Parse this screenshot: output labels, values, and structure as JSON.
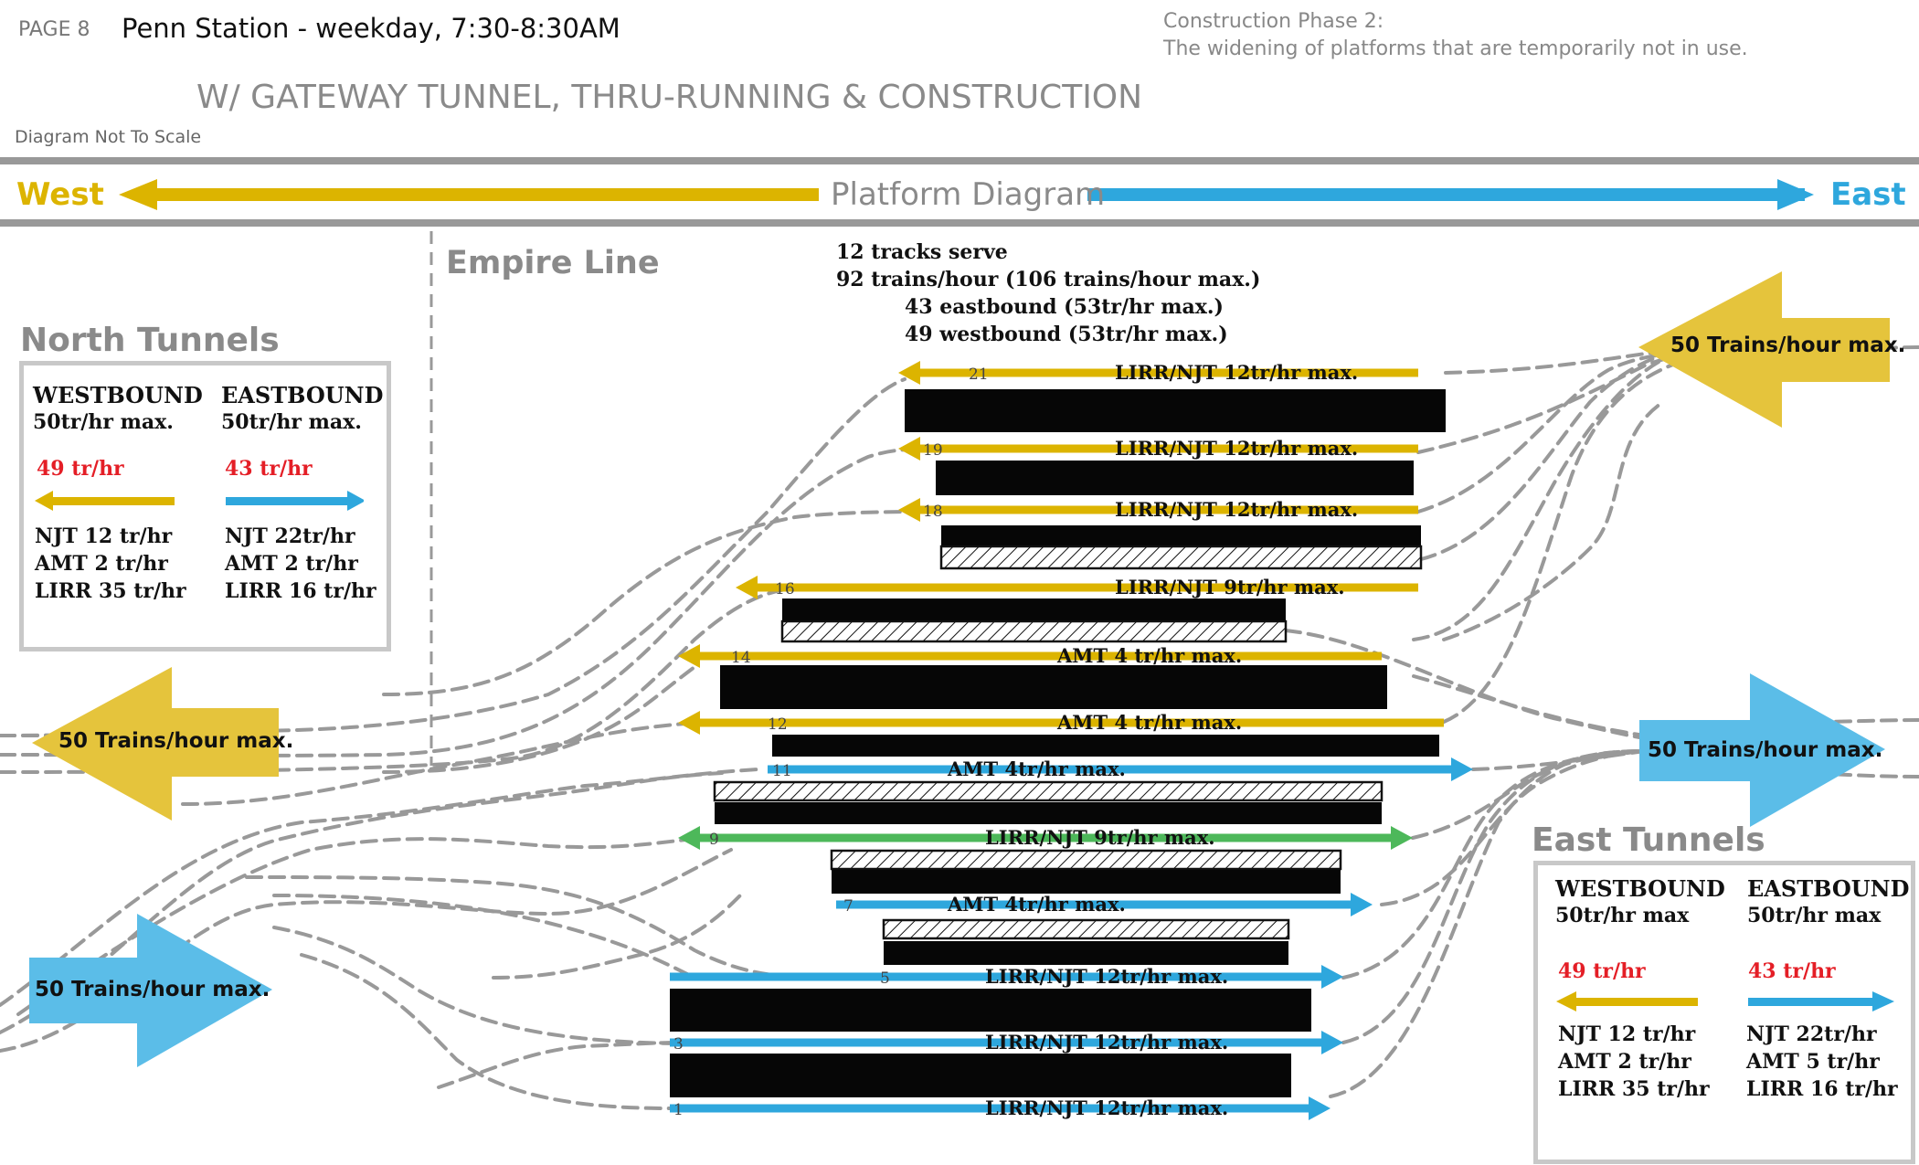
{
  "header": {
    "page_label": "PAGE 8",
    "title": "Penn Station - weekday, 7:30-8:30AM",
    "subtitle": "W/ GATEWAY TUNNEL, THRU-RUNNING & CONSTRUCTION",
    "scale_note": "Diagram Not To Scale",
    "phase_line_1": "Construction Phase 2:",
    "phase_line_2": "The widening of platforms that are temporarily not in use."
  },
  "banner": {
    "west": "West",
    "title": "Platform Diagram",
    "east": "East"
  },
  "empire_line": "Empire Line",
  "summary": {
    "line1": "12 tracks serve",
    "line2": "92 trains/hour (106 trains/hour max.)",
    "line3": "43 eastbound (53tr/hr max.)",
    "line4": "49 westbound (53tr/hr max.)"
  },
  "big_arrows": {
    "north_west": "50 Trains/hour max.",
    "north_east": "50 Trains/hour max.",
    "east_west": "50 Trains/hour max.",
    "east_east": "50 Trains/hour max."
  },
  "north_tunnels": {
    "title": "North Tunnels",
    "west_header": "WESTBOUND",
    "west_max": "50tr/hr max.",
    "east_header": "EASTBOUND",
    "east_max": "50tr/hr max.",
    "west_rate": "49 tr/hr",
    "east_rate": "43 tr/hr",
    "west_lines": [
      "NJT 12 tr/hr",
      "AMT 2 tr/hr",
      "LIRR 35 tr/hr"
    ],
    "east_lines": [
      "NJT 22tr/hr",
      "AMT 2 tr/hr",
      "LIRR 16 tr/hr"
    ]
  },
  "east_tunnels": {
    "title": "East Tunnels",
    "west_header": "WESTBOUND",
    "west_max": "50tr/hr max",
    "east_header": "EASTBOUND",
    "east_max": "50tr/hr max",
    "west_rate": "49 tr/hr",
    "east_rate": "43 tr/hr",
    "west_lines": [
      "NJT 12 tr/hr",
      "AMT 2 tr/hr",
      "LIRR 35 tr/hr"
    ],
    "east_lines": [
      "NJT 22tr/hr",
      "AMT 5 tr/hr",
      "LIRR 16 tr/hr"
    ]
  },
  "colors": {
    "westbound": "#dcb400",
    "westbound_big": "#e5c43c",
    "eastbound": "#2ea7dd",
    "eastbound_big": "#5bbde8",
    "bidirectional": "#4db85a",
    "platform": "#060606",
    "connector": "#999999",
    "panel_border": "#c8c8c8",
    "rate_text": "#e41e26"
  },
  "tracks": [
    {
      "number": "21",
      "label": "LIRR/NJT 12tr/hr max.",
      "direction": "west"
    },
    {
      "number": "19",
      "label": "LIRR/NJT 12tr/hr max.",
      "direction": "west"
    },
    {
      "number": "18",
      "label": "LIRR/NJT 12tr/hr max.",
      "direction": "west"
    },
    {
      "number": "16",
      "label": "LIRR/NJT 9tr/hr max.",
      "direction": "west"
    },
    {
      "number": "14",
      "label": "AMT 4 tr/hr max.",
      "direction": "west"
    },
    {
      "number": "12",
      "label": "AMT 4 tr/hr max.",
      "direction": "west"
    },
    {
      "number": "11",
      "label": "AMT 4tr/hr max.",
      "direction": "east"
    },
    {
      "number": "9",
      "label": "LIRR/NJT 9tr/hr max.",
      "direction": "both"
    },
    {
      "number": "7",
      "label": "AMT 4tr/hr max.",
      "direction": "east"
    },
    {
      "number": "5",
      "label": "LIRR/NJT 12tr/hr max.",
      "direction": "east"
    },
    {
      "number": "3",
      "label": "LIRR/NJT 12tr/hr max.",
      "direction": "east"
    },
    {
      "number": "1",
      "label": "LIRR/NJT 12tr/hr max.",
      "direction": "east"
    }
  ],
  "platforms": [
    {
      "status": "active"
    },
    {
      "status": "active"
    },
    {
      "status": "active"
    },
    {
      "status": "under-construction"
    },
    {
      "status": "active"
    },
    {
      "status": "under-construction"
    },
    {
      "status": "active"
    },
    {
      "status": "active"
    },
    {
      "status": "under-construction"
    },
    {
      "status": "active"
    },
    {
      "status": "under-construction"
    },
    {
      "status": "active"
    },
    {
      "status": "under-construction"
    },
    {
      "status": "active"
    },
    {
      "status": "active"
    },
    {
      "status": "active"
    }
  ]
}
